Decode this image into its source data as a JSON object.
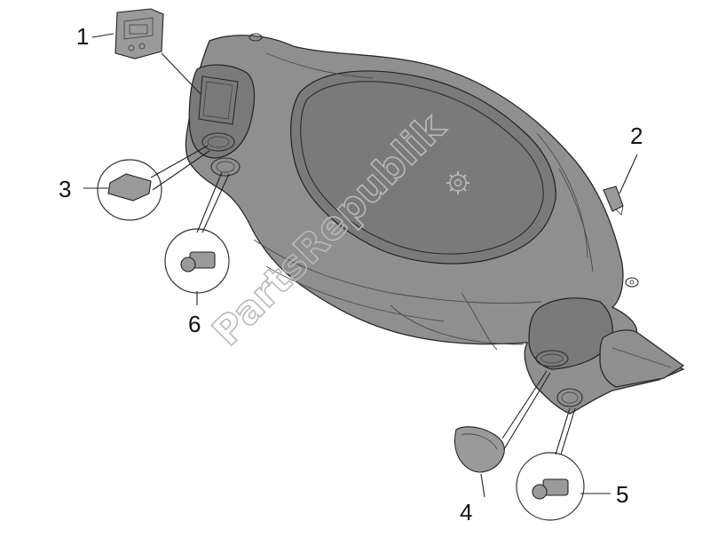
{
  "callouts": [
    {
      "id": "1",
      "label": "1"
    },
    {
      "id": "2",
      "label": "2"
    },
    {
      "id": "3",
      "label": "3"
    },
    {
      "id": "4",
      "label": "4"
    },
    {
      "id": "5",
      "label": "5"
    },
    {
      "id": "6",
      "label": "6"
    }
  ],
  "watermark": {
    "text": "PartsRepublik"
  },
  "colors": {
    "part_fill": "#8f8f8f",
    "line": "#222222",
    "watermark": "#b9b9b9"
  },
  "icons": {
    "watermark_gear": "gear-icon"
  }
}
